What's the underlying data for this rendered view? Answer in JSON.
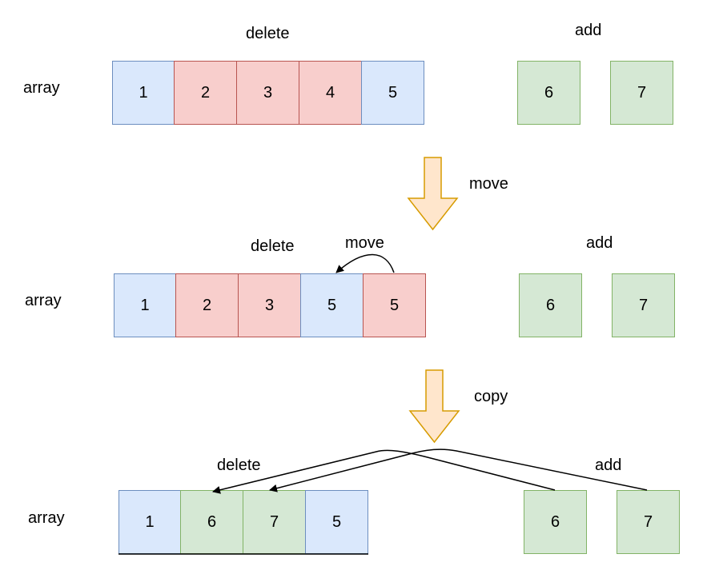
{
  "colors": {
    "kept": "#dae8fc",
    "kept_border": "#6c8ebf",
    "deleted": "#f8cecc",
    "deleted_border": "#b85450",
    "added": "#d5e8d4",
    "added_border": "#82b366",
    "step_arrow": "#ffe6cc",
    "step_arrow_border": "#d79b00"
  },
  "stage1": {
    "array_label": "array",
    "delete_label": "delete",
    "add_label": "add",
    "cells": [
      "1",
      "2",
      "3",
      "4",
      "5"
    ],
    "add_cells": [
      "6",
      "7"
    ]
  },
  "step1": {
    "label": "move"
  },
  "stage2": {
    "array_label": "array",
    "delete_label": "delete",
    "move_label": "move",
    "add_label": "add",
    "cells": [
      "1",
      "2",
      "3",
      "5",
      "5"
    ],
    "add_cells": [
      "6",
      "7"
    ]
  },
  "step2": {
    "label": "copy"
  },
  "stage3": {
    "array_label": "array",
    "delete_label": "delete",
    "add_label": "add",
    "cells": [
      "1",
      "6",
      "7",
      "5"
    ],
    "add_cells": [
      "6",
      "7"
    ]
  }
}
